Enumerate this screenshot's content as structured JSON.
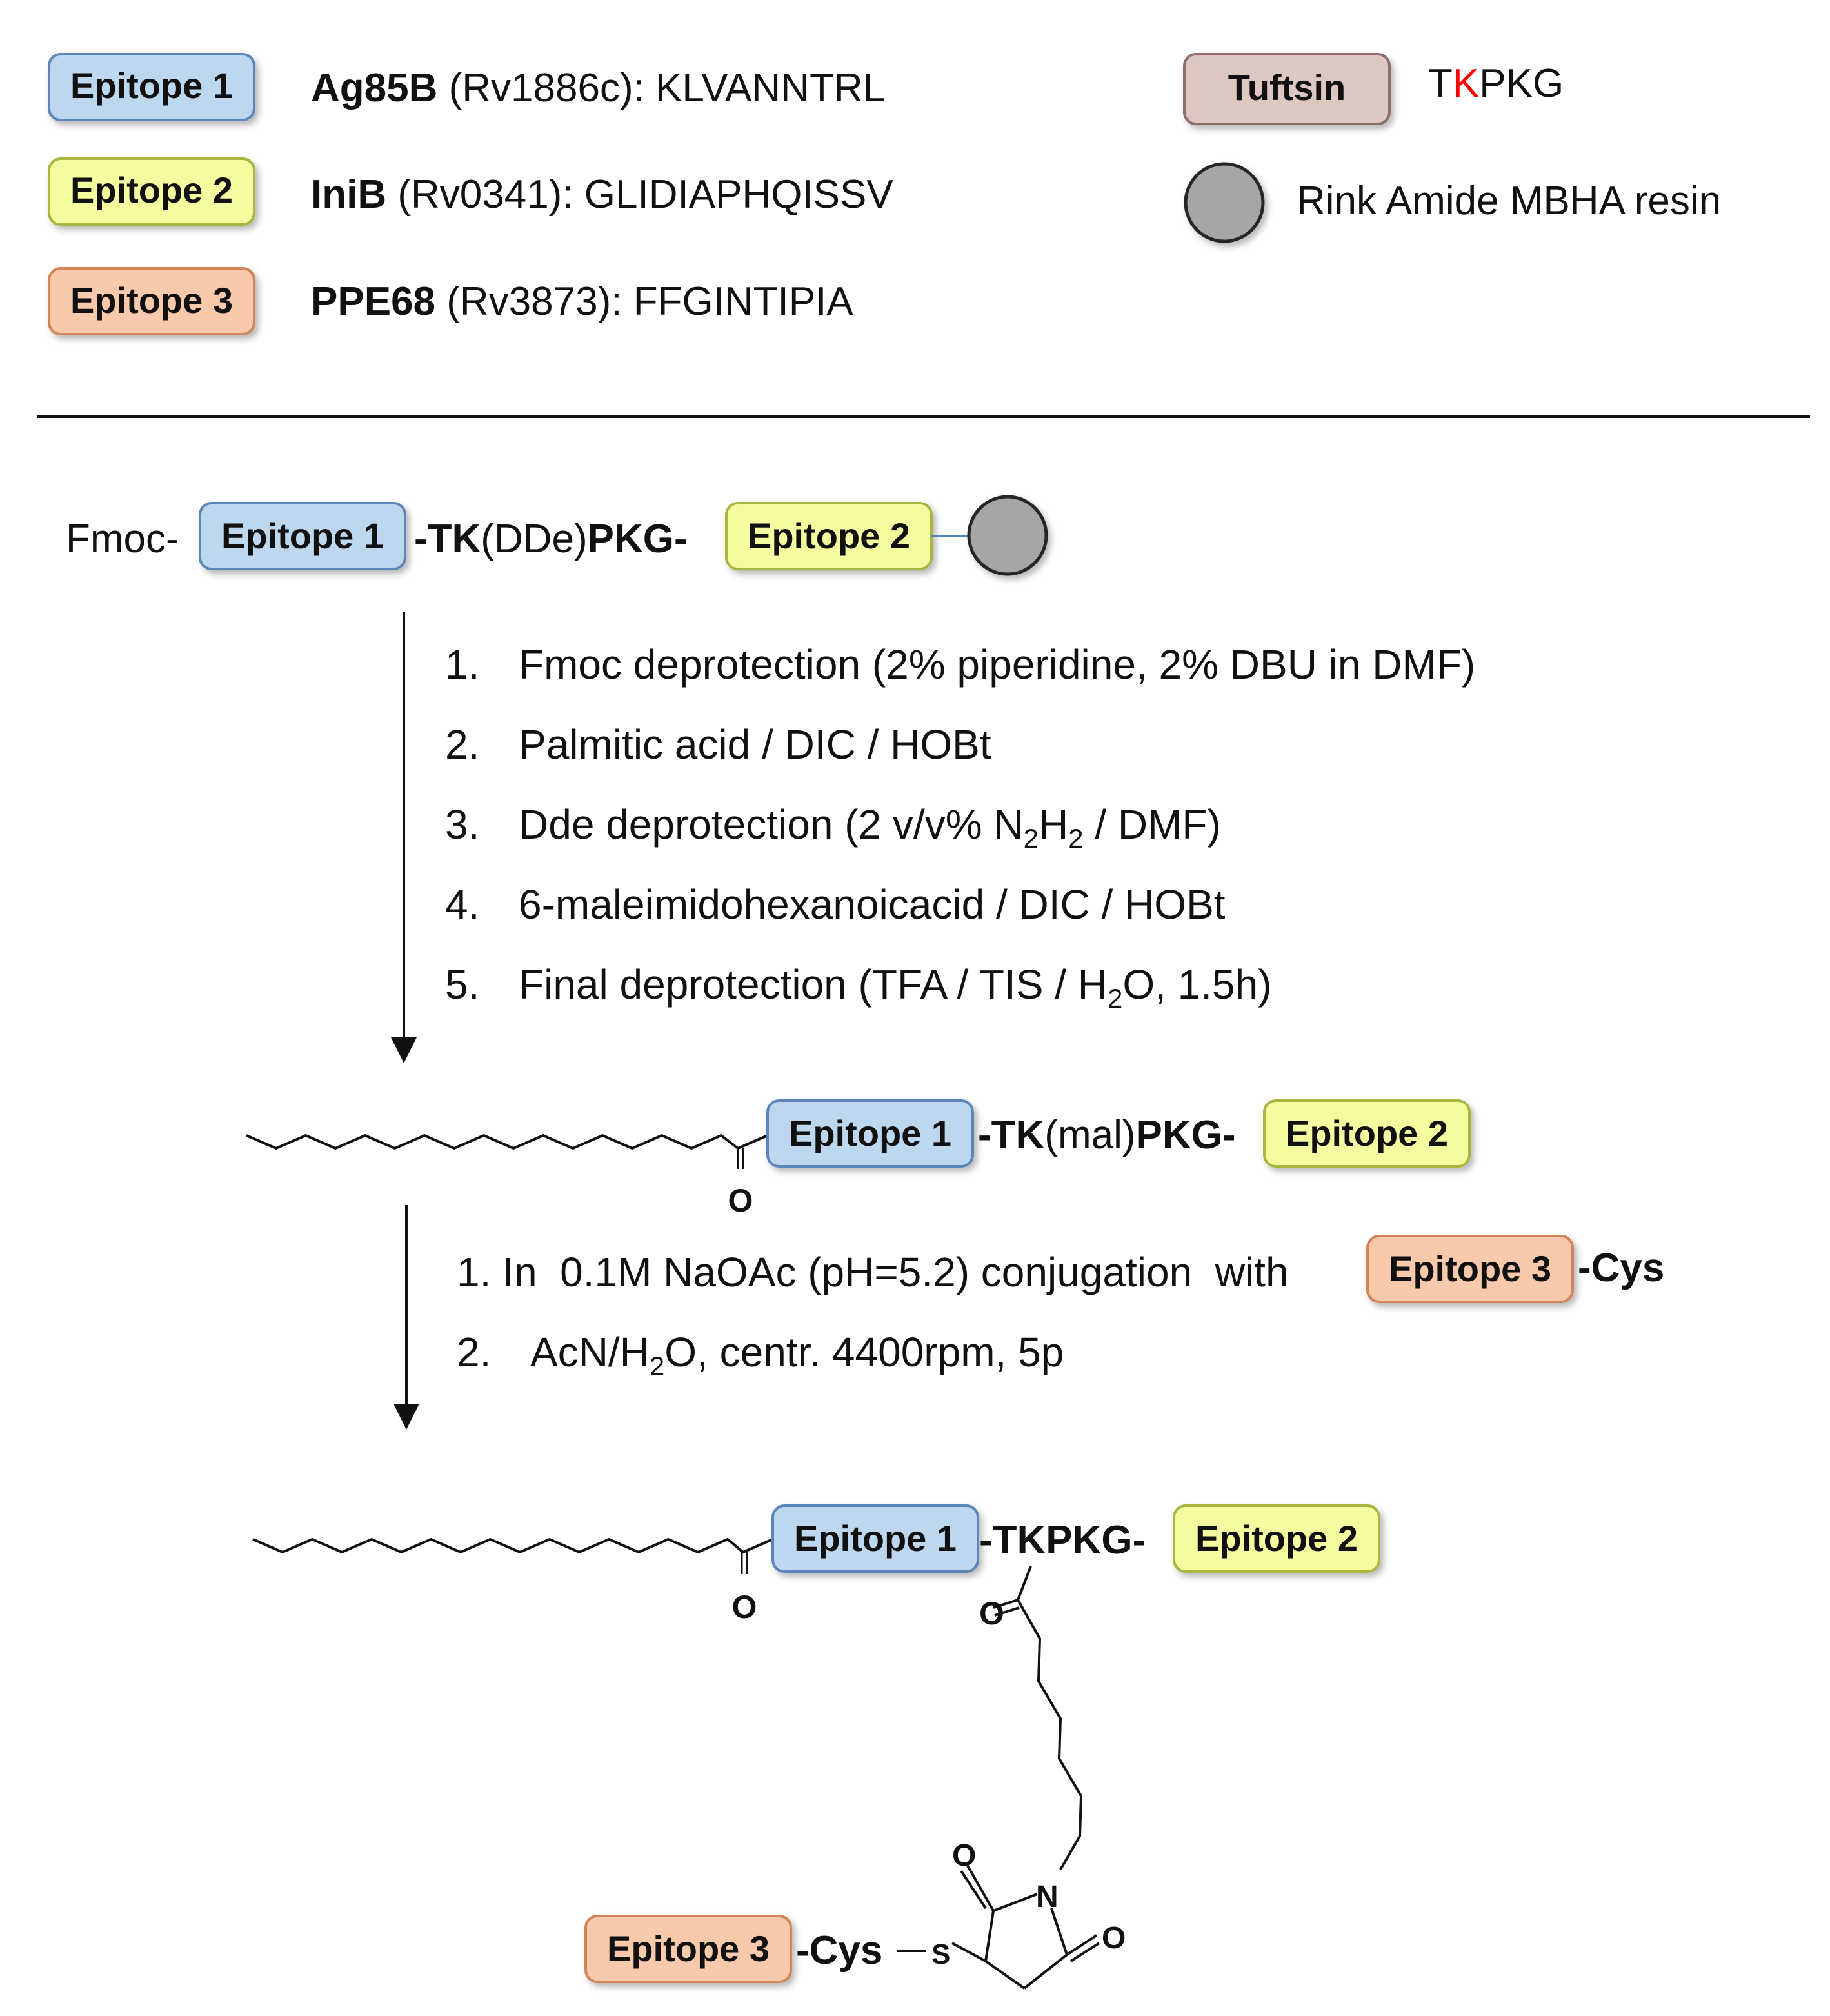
{
  "legend": {
    "epitope1": {
      "tag": "Epitope 1",
      "protein": "Ag85B",
      "gene": " (Rv1886c): ",
      "sequence": "KLVANNTRL"
    },
    "epitope2": {
      "tag": "Epitope 2",
      "protein": "IniB",
      "gene": " (Rv0341): ",
      "sequence": "GLIDIAPHQISSV"
    },
    "epitope3": {
      "tag": "Epitope 3",
      "protein": "PPE68",
      "gene": " (Rv3873): ",
      "sequence": "FFGINTIPIA"
    },
    "tuftsin": {
      "tag": "Tuftsin",
      "seq_t": "T",
      "seq_k": "K",
      "seq_rest": "PKG"
    },
    "resin": {
      "label": "Rink Amide MBHA resin"
    }
  },
  "step0": {
    "prefix": "Fmoc-",
    "epitope1": "Epitope 1",
    "linker_a": "-TK",
    "linker_b": "(DDe)",
    "linker_c": "PKG-",
    "epitope2": "Epitope 2"
  },
  "reaction1": {
    "n1": "1.",
    "t1": "Fmoc deprotection (2% piperidine, 2% DBU in DMF)",
    "n2": "2.",
    "t2": "Palmitic acid / DIC / HOBt",
    "n3": "3.",
    "t3a": "Dde deprotection (2 v/v% N",
    "t3s1": "2",
    "t3b": "H",
    "t3s2": "2",
    "t3c": " / DMF)",
    "n4": "4.",
    "t4": "6-maleimidohexanoicacid  / DIC / HOBt",
    "n5": "5.",
    "t5a": "Final deprotection (TFA / TIS / H",
    "t5s": "2",
    "t5b": "O, 1.5h)"
  },
  "step1": {
    "oxygen": "O",
    "epitope1": "Epitope 1",
    "linker_a": "-TK",
    "linker_b": "(mal)",
    "linker_c": "PKG-",
    "epitope2": "Epitope 2"
  },
  "reaction2": {
    "l1": "1. In  0.1M NaOAc (pH=5.2) conjugation  with",
    "epitope3": "Epitope 3",
    "cys": "-Cys",
    "n2": "2.",
    "t2a": "AcN/H",
    "t2s": "2",
    "t2b": "O, centr. 4400rpm, 5p"
  },
  "product": {
    "oxygen1": "O",
    "epitope1": "Epitope 1",
    "linker": "-TKPKG-",
    "epitope2": "Epitope 2",
    "oxygen2": "O",
    "oxygen3": "O",
    "nitrogen": "N",
    "oxygen4": "O",
    "sulfur": "S",
    "epitope3": "Epitope 3",
    "cys": "-Cys"
  },
  "colors": {
    "epitope1_fill": "#bdd7ee",
    "epitope1_stroke": "#5b86b8",
    "epitope2_fill": "#f4fc9f",
    "epitope2_stroke": "#a9b63e",
    "epitope3_fill": "#f8c9aa",
    "epitope3_stroke": "#d08458",
    "tuftsin_fill": "#dcc7c1",
    "tuftsin_stroke": "#8c6e66",
    "resin_fill": "#a6a6a6",
    "tuftsin_highlight": "#ff0000"
  }
}
